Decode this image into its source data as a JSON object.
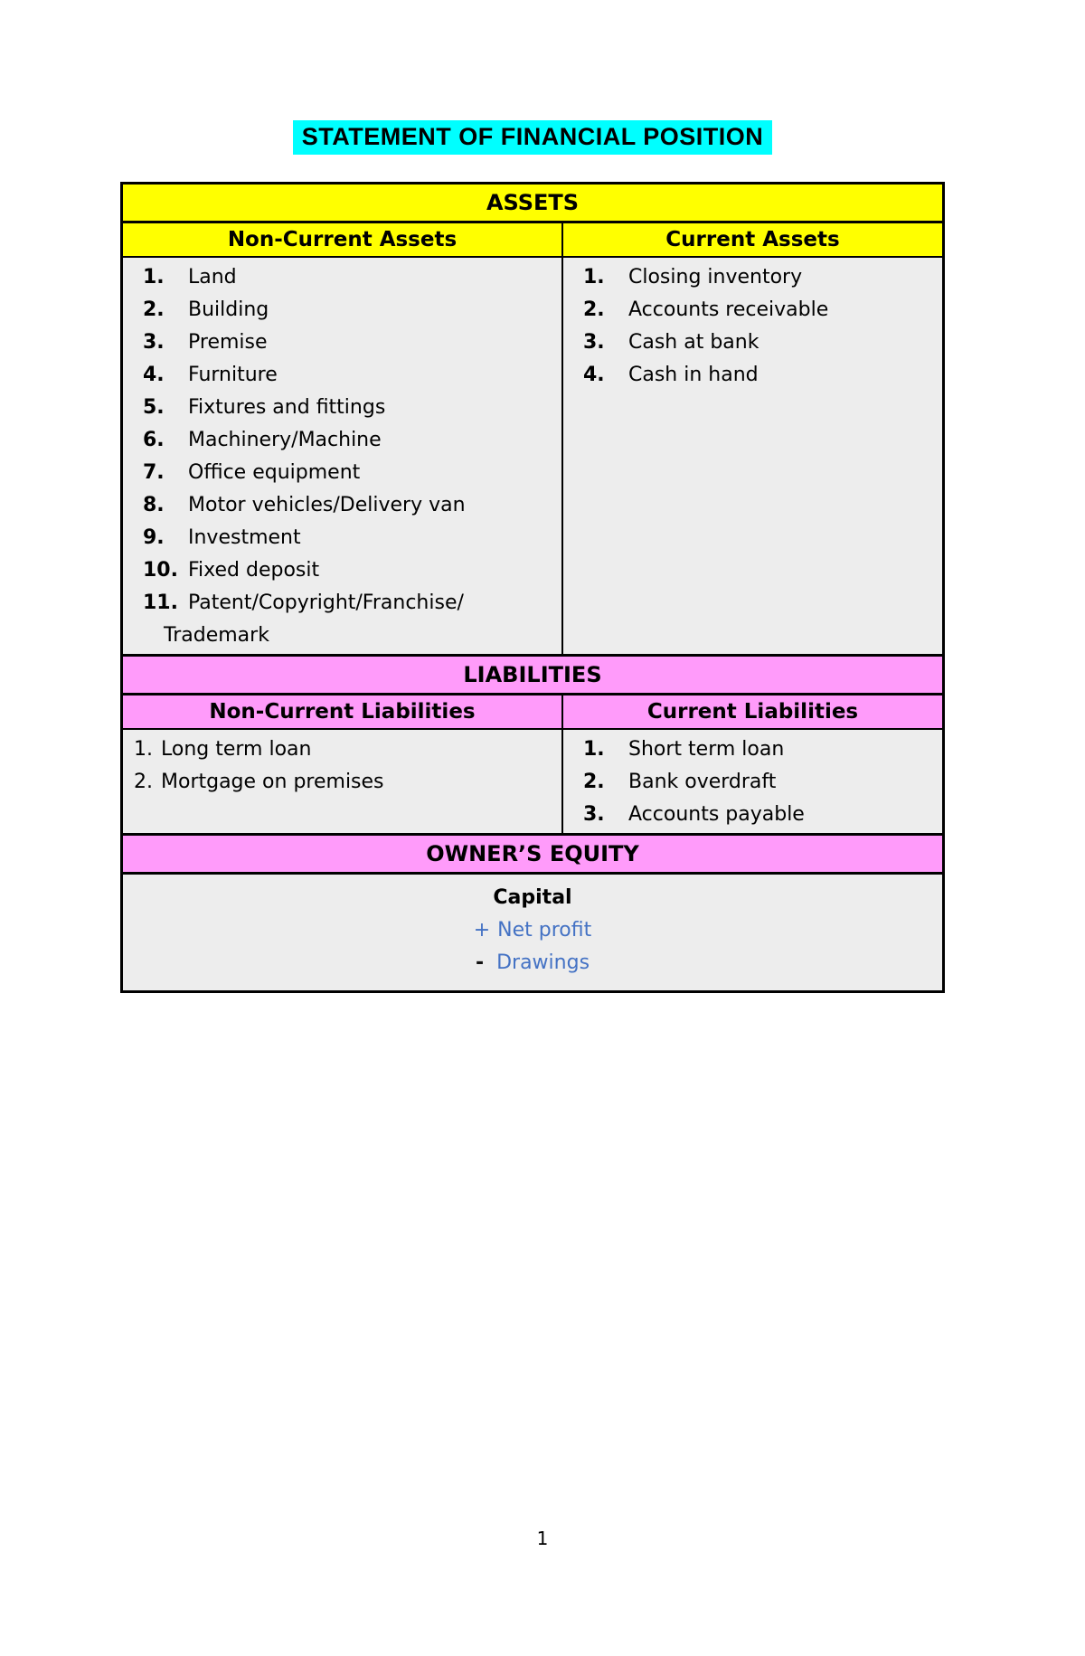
{
  "title": "STATEMENT OF FINANCIAL POSITION",
  "page_number": "1",
  "colors": {
    "title_highlight": "#00ffff",
    "assets_header_bg": "#ffff00",
    "liabilities_header_bg": "#ff9bfa",
    "cell_bg": "#ededed",
    "accent_blue_text": "#4472c4"
  },
  "assets": {
    "section_header": "ASSETS",
    "noncurrent": {
      "header": "Non-Current Assets",
      "items": [
        {
          "n": "1.",
          "t": "Land"
        },
        {
          "n": "2.",
          "t": "Building"
        },
        {
          "n": "3.",
          "t": "Premise"
        },
        {
          "n": "4.",
          "t": "Furniture"
        },
        {
          "n": "5.",
          "t": "Fixtures and fittings"
        },
        {
          "n": "6.",
          "t": "Machinery/Machine"
        },
        {
          "n": "7.",
          "t": "Office equipment"
        },
        {
          "n": "8.",
          "t": "Motor vehicles/Delivery van"
        },
        {
          "n": "9.",
          "t": "Investment"
        },
        {
          "n": "10.",
          "t": "Fixed deposit"
        },
        {
          "n": "11.",
          "t": "Patent/Copyright/Franchise/",
          "wrap": "Trademark"
        }
      ]
    },
    "current": {
      "header": "Current Assets",
      "items": [
        {
          "n": "1.",
          "t": "Closing inventory"
        },
        {
          "n": "2.",
          "t": "Accounts receivable"
        },
        {
          "n": "3.",
          "t": "Cash at bank"
        },
        {
          "n": "4.",
          "t": "Cash in hand"
        }
      ]
    }
  },
  "liabilities": {
    "section_header": "LIABILITIES",
    "noncurrent": {
      "header": "Non-Current Liabilities",
      "items": [
        {
          "n": "1.",
          "t": "Long term loan"
        },
        {
          "n": "2.",
          "t": "Mortgage on premises"
        }
      ]
    },
    "current": {
      "header": "Current Liabilities",
      "items": [
        {
          "n": "1.",
          "t": "Short term loan"
        },
        {
          "n": "2.",
          "t": "Bank overdraft"
        },
        {
          "n": "3.",
          "t": "Accounts payable"
        }
      ]
    }
  },
  "equity": {
    "section_header": "OWNER’S EQUITY",
    "capital": "Capital",
    "net_profit_sign": "+",
    "net_profit": "Net profit",
    "drawings_sign": "-",
    "drawings": "Drawings"
  }
}
